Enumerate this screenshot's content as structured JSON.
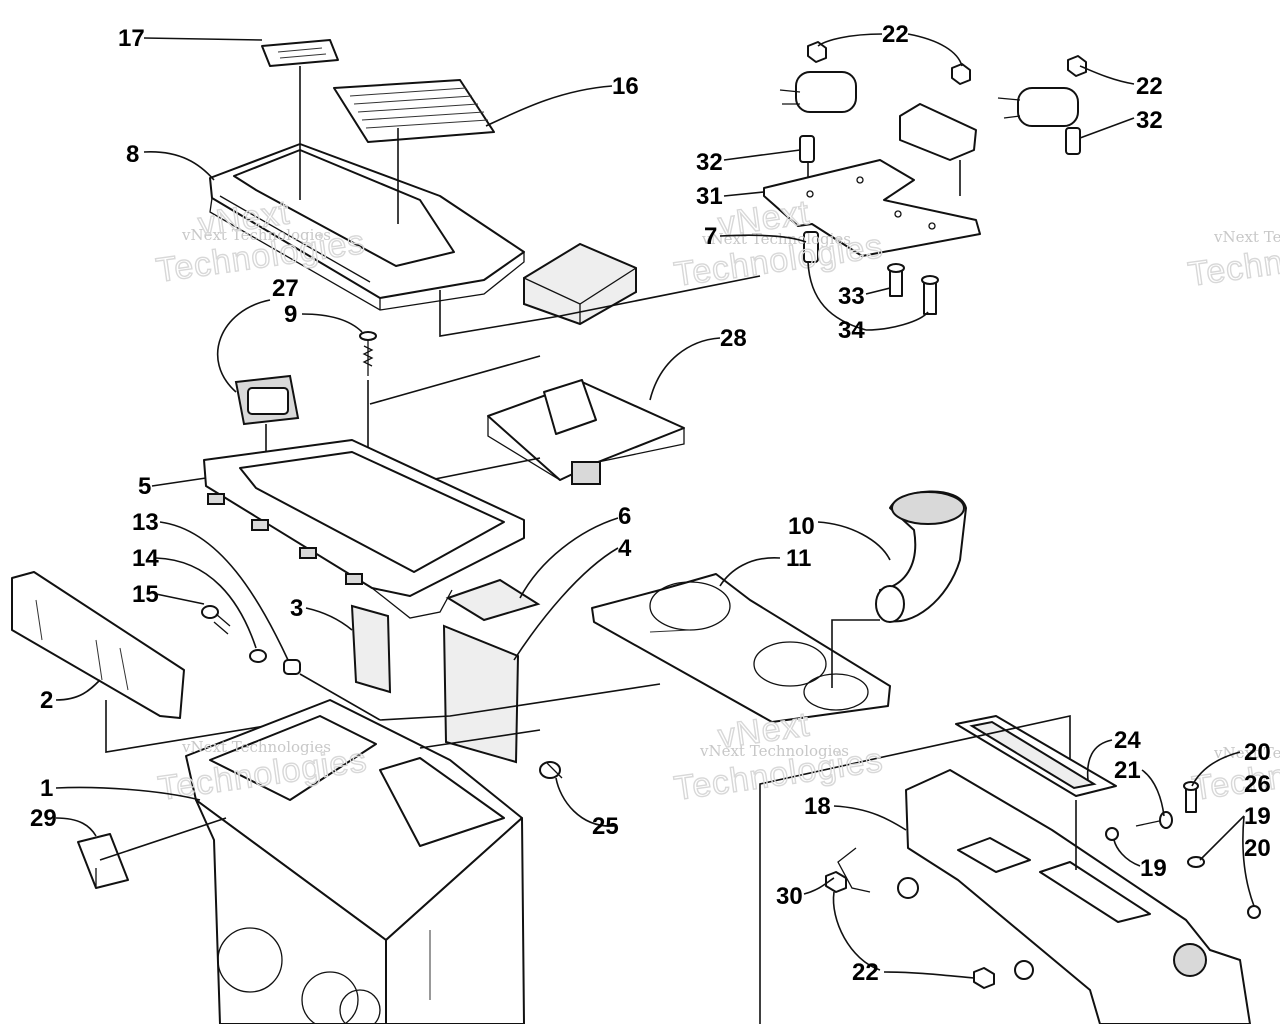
{
  "diagram": {
    "callouts": {
      "c17": "17",
      "c16": "16",
      "c8": "8",
      "c27": "27",
      "c9": "9",
      "c28": "28",
      "c5": "5",
      "c13": "13",
      "c14": "14",
      "c15": "15",
      "c3": "3",
      "c6": "6",
      "c4": "4",
      "c2": "2",
      "c1": "1",
      "c29": "29",
      "c25": "25",
      "c22a": "22",
      "c22b": "22",
      "c32a": "32",
      "c32b": "32",
      "c31": "31",
      "c7": "7",
      "c33": "33",
      "c34": "34",
      "c10": "10",
      "c11": "11",
      "c24": "24",
      "c18": "18",
      "c21": "21",
      "c19a": "19",
      "c19b": "19",
      "c30": "30",
      "c22c": "22",
      "c20a": "20",
      "c26": "26",
      "c20b": "20"
    },
    "watermark": {
      "line1": "vNext Technologies",
      "line2": "Technologies",
      "line3": "vNext"
    }
  }
}
